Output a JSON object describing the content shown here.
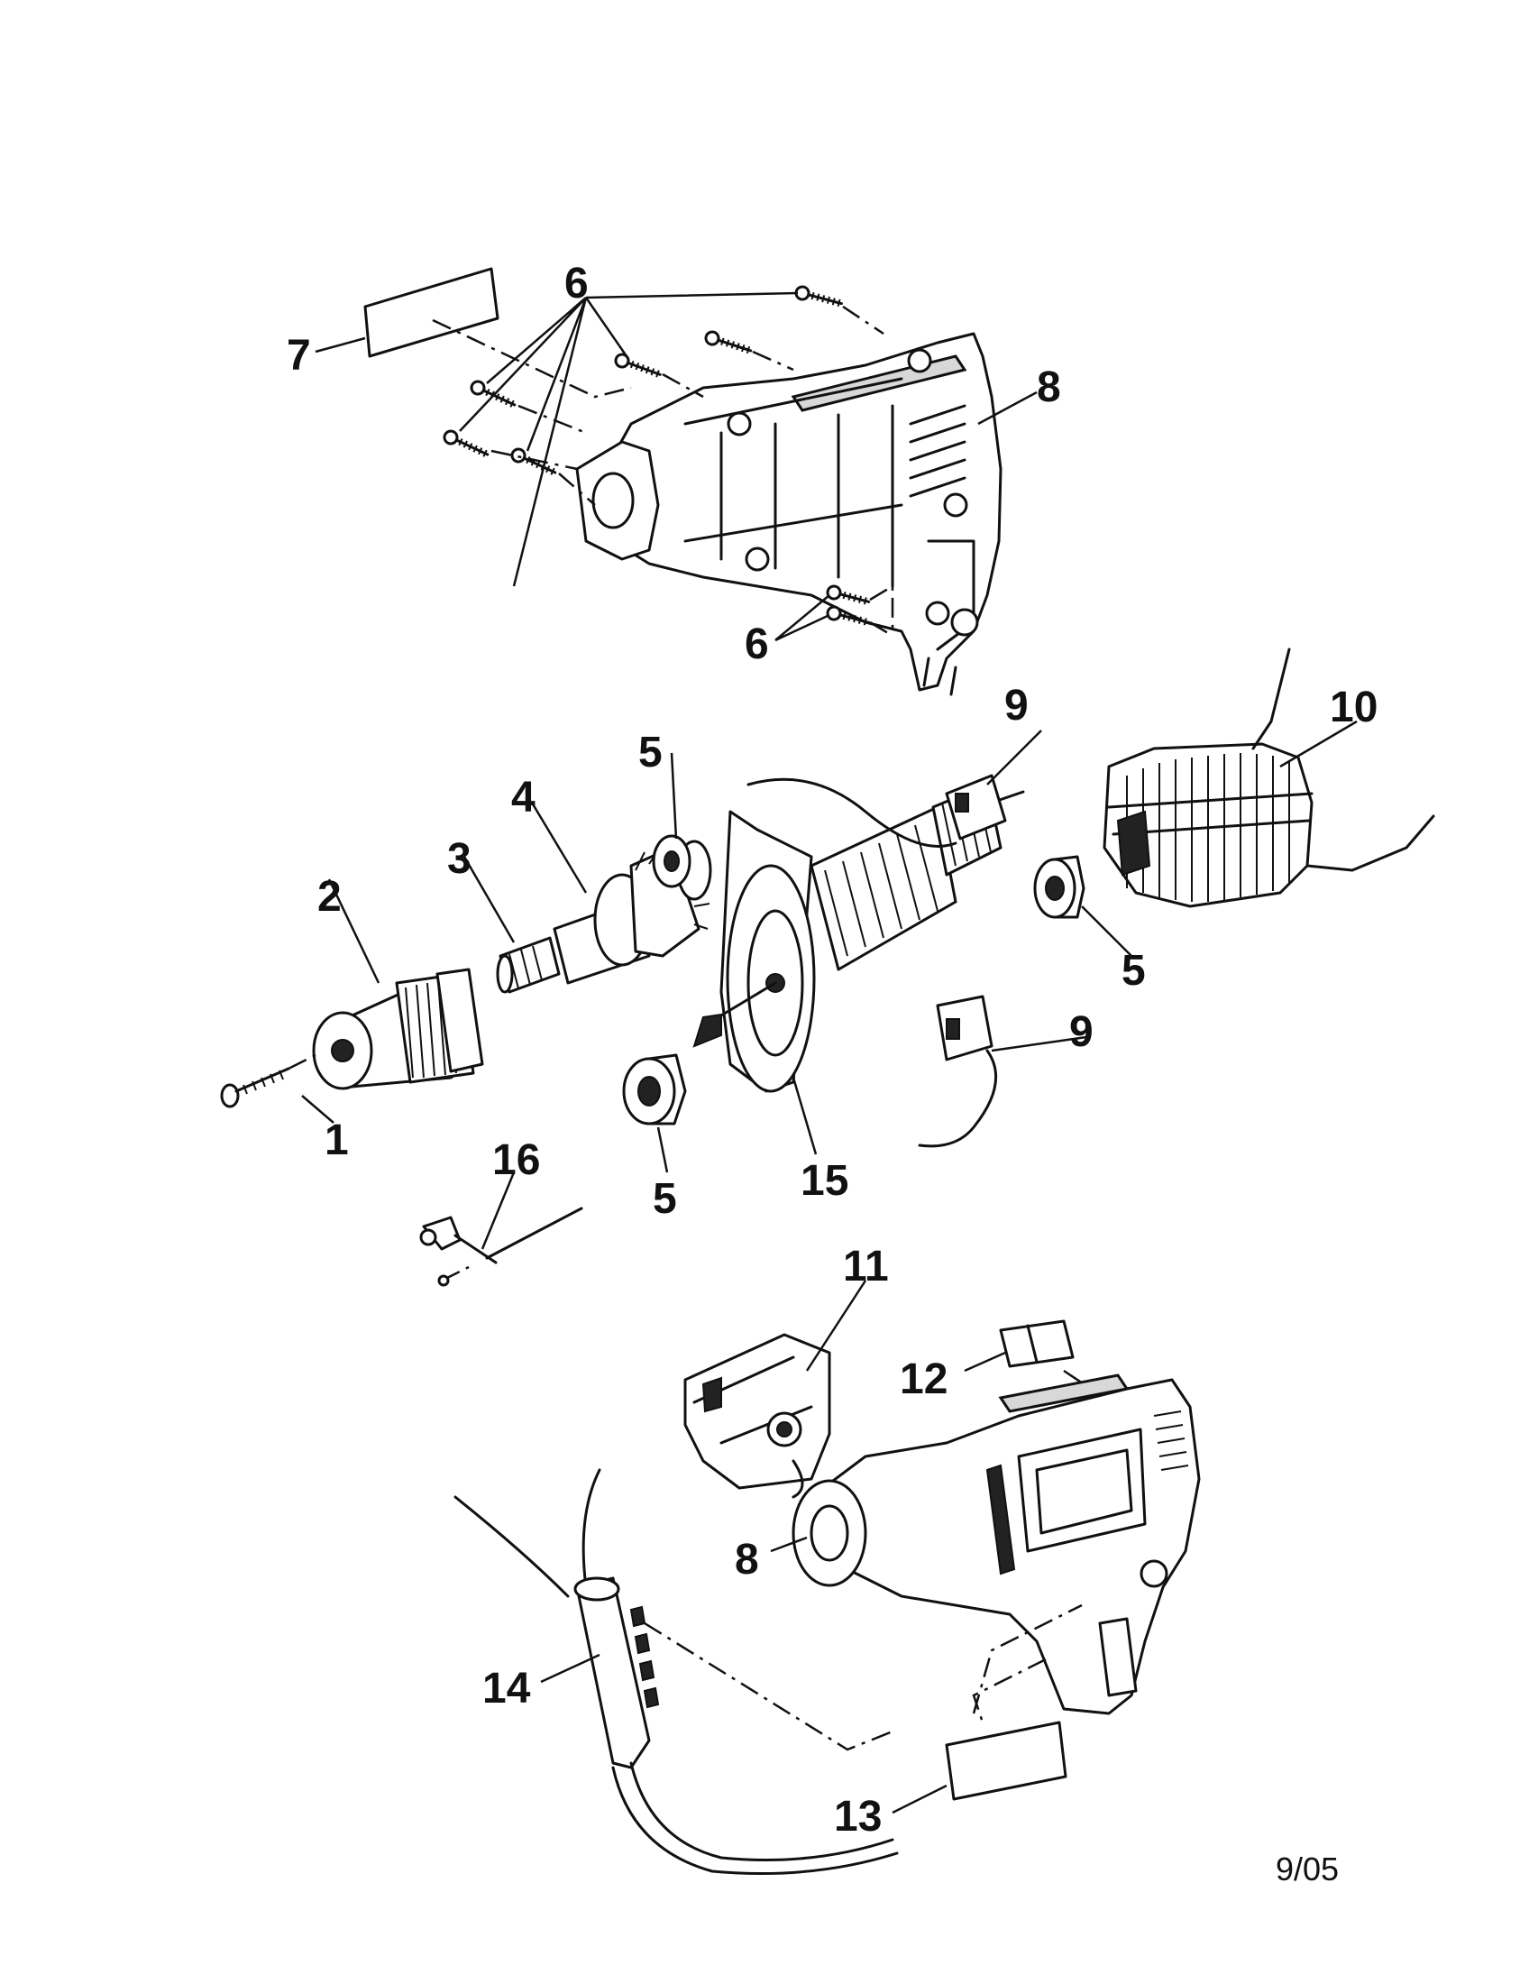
{
  "diagram": {
    "part_labels": {
      "p1": "1",
      "p2": "2",
      "p3": "3",
      "p4": "4",
      "p5": "5",
      "p6": "6",
      "p7": "7",
      "p8": "8",
      "p9": "9",
      "p10": "10",
      "p11": "11",
      "p12": "12",
      "p13": "13",
      "p14": "14",
      "p15": "15",
      "p16": "16"
    },
    "footer_date": "9/05"
  }
}
